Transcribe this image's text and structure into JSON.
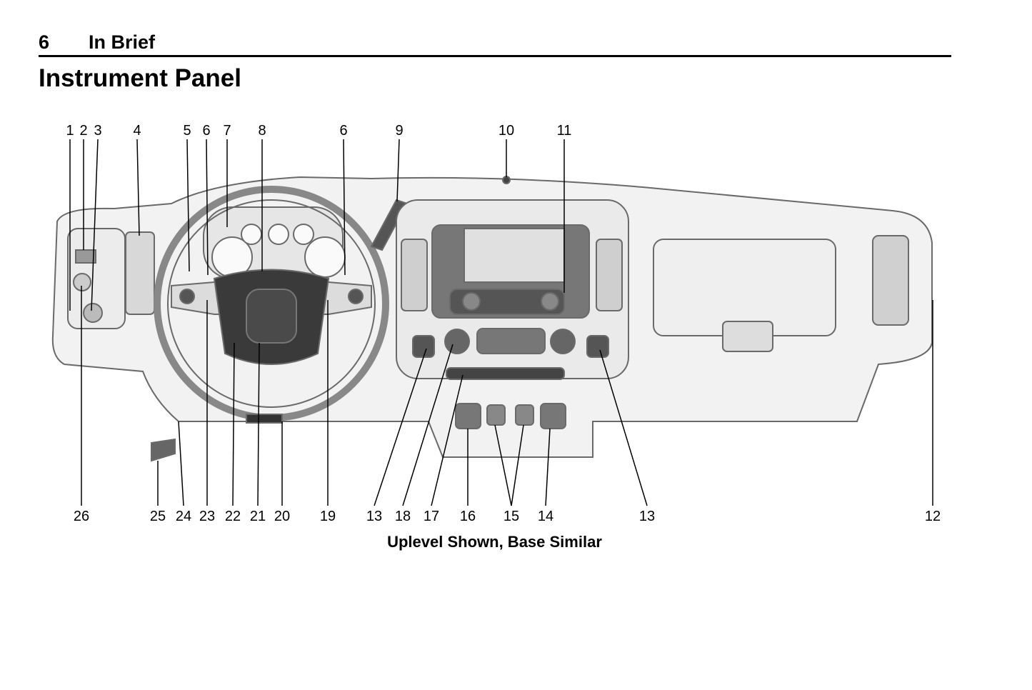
{
  "header": {
    "page_number": "6",
    "section": "In Brief"
  },
  "title": "Instrument Panel",
  "figure": {
    "top_callouts": [
      "1",
      "2",
      "3",
      "4",
      "5",
      "6",
      "7",
      "8",
      "6",
      "9",
      "10",
      "11"
    ],
    "bottom_callouts": [
      "26",
      "25",
      "24",
      "23",
      "22",
      "21",
      "20",
      "19",
      "13",
      "18",
      "17",
      "16",
      "15",
      "14",
      "13",
      "12"
    ],
    "caption": "Uplevel Shown, Base Similar"
  }
}
